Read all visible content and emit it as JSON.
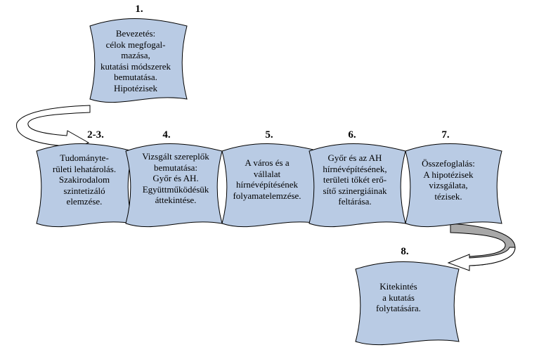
{
  "colors": {
    "box_fill": "#b9cbe4",
    "box_stroke": "#000000",
    "arrow_fill": "#ffffff",
    "arrow_shade": "#a8a8a8",
    "text": "#000000"
  },
  "steps": [
    {
      "number": "1.",
      "lines": [
        "Bevezetés:",
        "célok megfogal-",
        "mazása,",
        "kutatási módszerek",
        "bemutatása.",
        "Hipotézisek"
      ]
    },
    {
      "number": "2-3.",
      "lines": [
        "Tudományte-",
        "rületi lehatárolás.",
        "Szakirodalom",
        "szintetizáló",
        "elemzése."
      ]
    },
    {
      "number": "4.",
      "lines": [
        "Vizsgált szereplők",
        "bemutatása:",
        "Győr és AH.",
        "Együttműködésük",
        "áttekintése."
      ]
    },
    {
      "number": "5.",
      "lines": [
        "A város és a",
        "vállalat",
        "hírnévépítésének",
        "folyamatelemzése."
      ]
    },
    {
      "number": "6.",
      "lines": [
        "Győr és az AH",
        "hírnévépítésének,",
        "területi tőkét erő-",
        "sítő szinergiáinak",
        "feltárása."
      ]
    },
    {
      "number": "7.",
      "lines": [
        "Összefoglalás:",
        "A hipotézisek",
        "vizsgálata,",
        "tézisek."
      ]
    },
    {
      "number": "8.",
      "lines": [
        "Kitekintés",
        "a kutatás",
        "folytatására."
      ]
    }
  ]
}
